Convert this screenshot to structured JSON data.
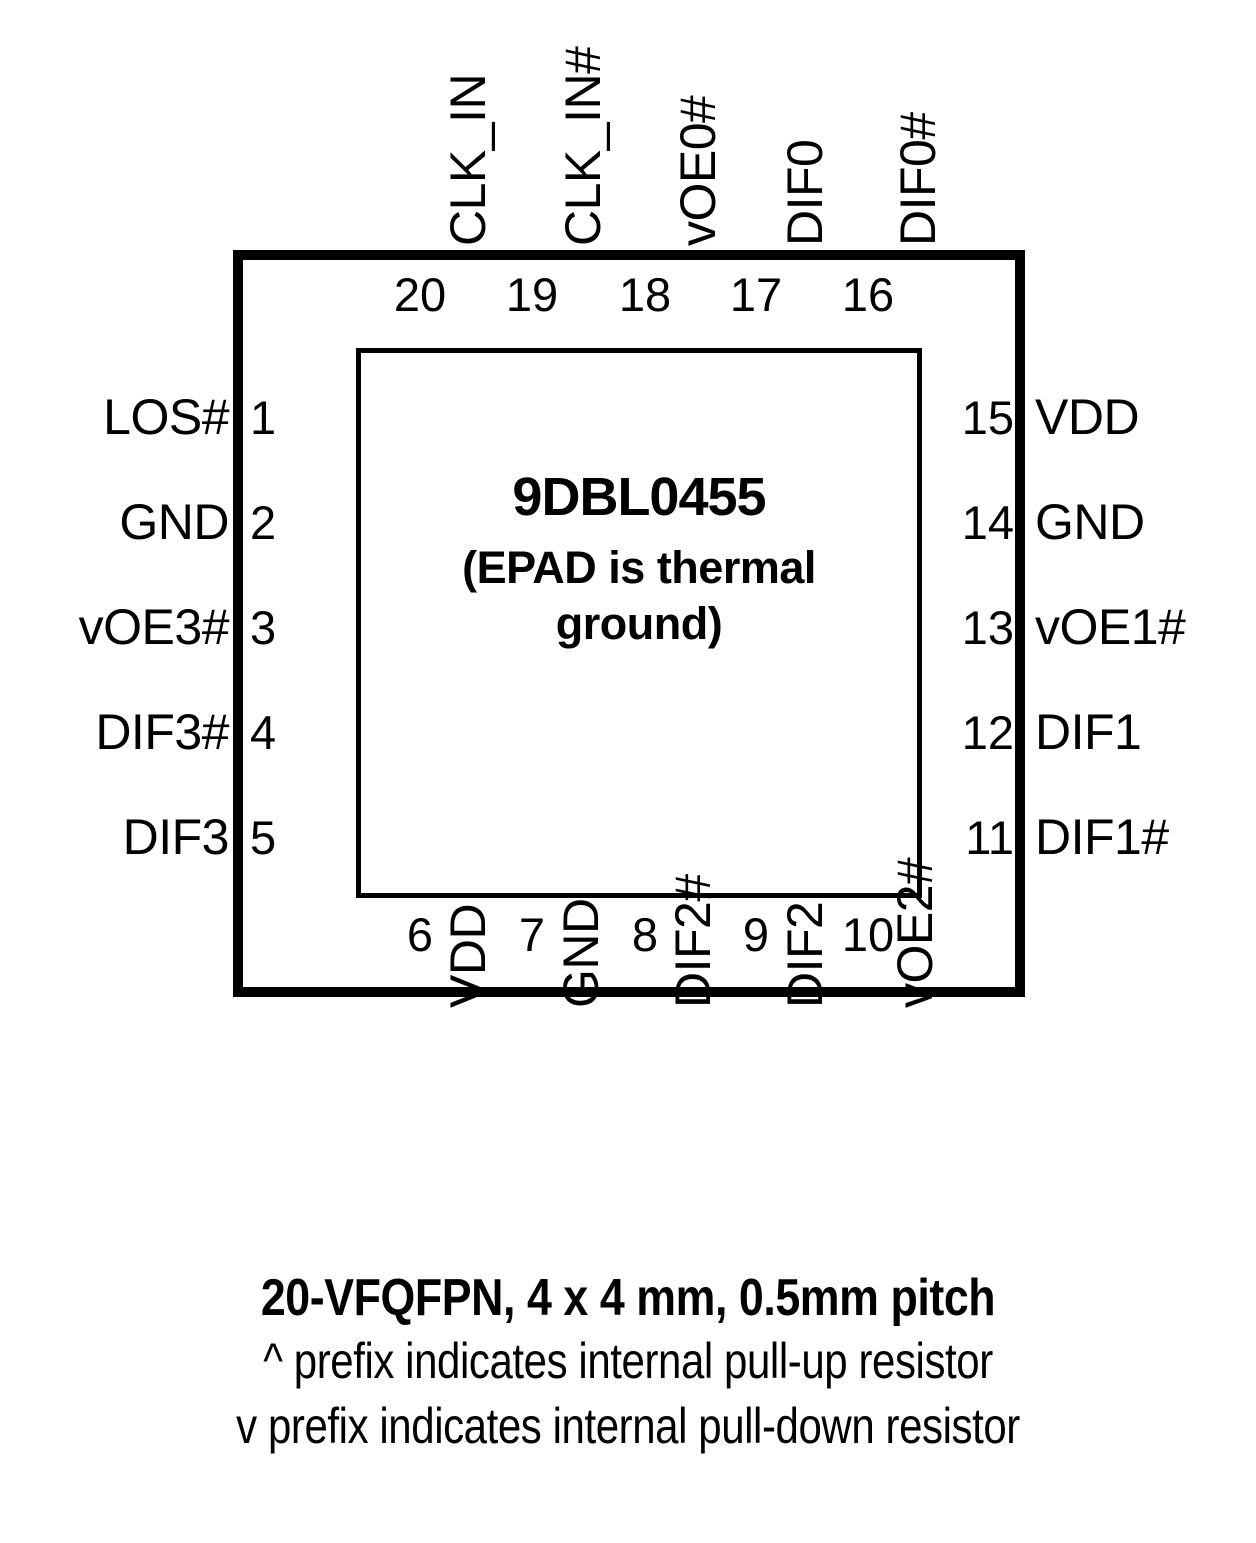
{
  "package": {
    "part_number": "9DBL0455",
    "epad_note_line1": "(EPAD is thermal",
    "epad_note_line2": "ground)"
  },
  "pins": {
    "left": [
      {
        "number": "1",
        "label": "LOS#"
      },
      {
        "number": "2",
        "label": "GND"
      },
      {
        "number": "3",
        "label": "vOE3#"
      },
      {
        "number": "4",
        "label": "DIF3#"
      },
      {
        "number": "5",
        "label": "DIF3"
      }
    ],
    "bottom": [
      {
        "number": "6",
        "label": "VDD"
      },
      {
        "number": "7",
        "label": "GND"
      },
      {
        "number": "8",
        "label": "DIF2#"
      },
      {
        "number": "9",
        "label": "DIF2"
      },
      {
        "number": "10",
        "label": "vOE2#"
      }
    ],
    "right": [
      {
        "number": "15",
        "label": "VDD"
      },
      {
        "number": "14",
        "label": "GND"
      },
      {
        "number": "13",
        "label": "vOE1#"
      },
      {
        "number": "12",
        "label": "DIF1"
      },
      {
        "number": "11",
        "label": "DIF1#"
      }
    ],
    "top": [
      {
        "number": "20",
        "label": "CLK_IN"
      },
      {
        "number": "19",
        "label": "CLK_IN#"
      },
      {
        "number": "18",
        "label": "vOE0#"
      },
      {
        "number": "17",
        "label": "DIF0"
      },
      {
        "number": "16",
        "label": "DIF0#"
      }
    ]
  },
  "caption": {
    "line1": "20-VFQFPN, 4 x 4 mm, 0.5mm pitch",
    "line2": "^ prefix indicates internal pull-up resistor",
    "line3": "v prefix indicates internal pull-down resistor"
  },
  "colors": {
    "outline": "#000000",
    "background": "#ffffff",
    "text": "#000000"
  }
}
